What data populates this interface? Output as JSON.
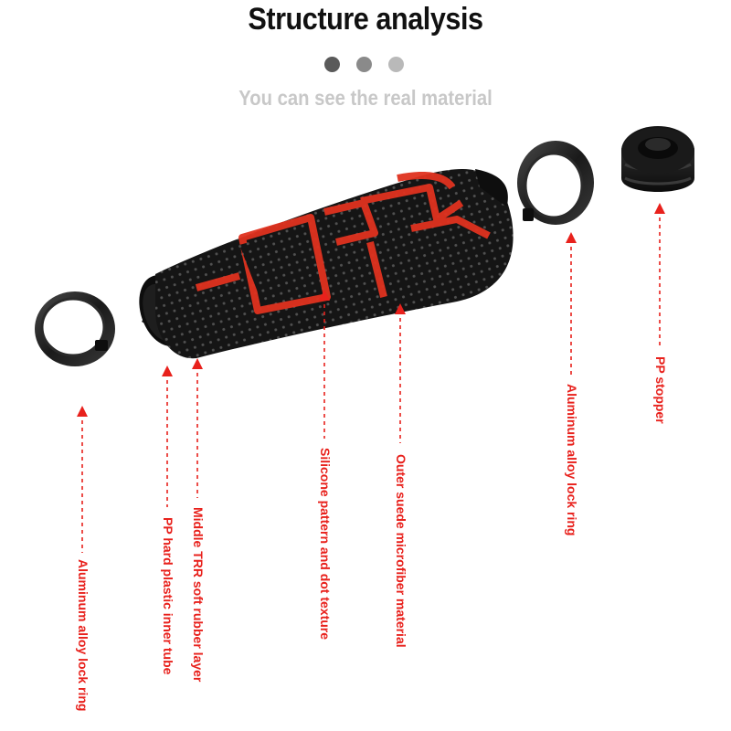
{
  "header": {
    "title": "Structure analysis",
    "subtitle": "You can see the real material",
    "dots": [
      "#5a5a5a",
      "#8a8a8a",
      "#b9b9b9"
    ]
  },
  "labels": {
    "aluminum_ring_left": "Aluminum alloy lock ring",
    "pp_inner_tube": "PP hard plastic inner tube",
    "middle_trr": "Middle TRR soft rubber layer",
    "silicone_pattern": "Silicone pattern and dot texture",
    "outer_suede": "Outer suede microfiber material",
    "aluminum_ring_right": "Aluminum alloy lock ring",
    "pp_stopper": "PP stopper"
  },
  "colors": {
    "label_red": "#e8211c",
    "grip_black": "#141414",
    "silicone_red": "#e0321f",
    "metal_dark": "#1e1e1e"
  }
}
